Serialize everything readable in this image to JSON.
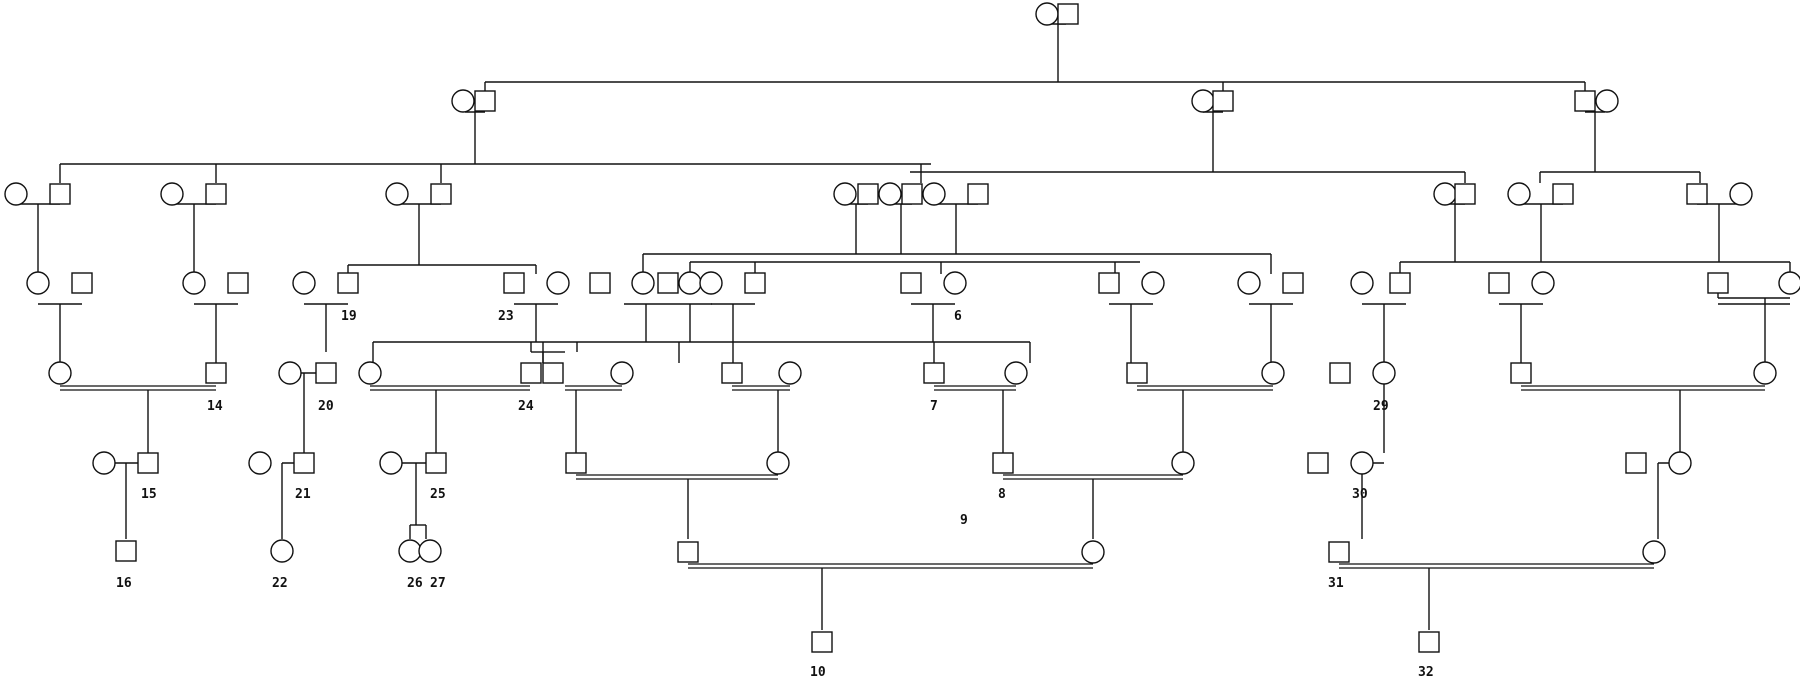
{
  "pedigree": {
    "labels": {
      "p6": "6",
      "p7": "7",
      "p8": "8",
      "p9": "9",
      "p10": "10",
      "p14": "14",
      "p15": "15",
      "p16": "16",
      "p19": "19",
      "p20": "20",
      "p21": "21",
      "p22": "22",
      "p23": "23",
      "p24": "24",
      "p25": "25",
      "p26": "26",
      "p27": "27",
      "p29": "29",
      "p30": "30",
      "p31": "31",
      "p32": "32"
    },
    "colors": {
      "stroke": "#111111",
      "background": "#ffffff",
      "text": "#111111"
    }
  }
}
